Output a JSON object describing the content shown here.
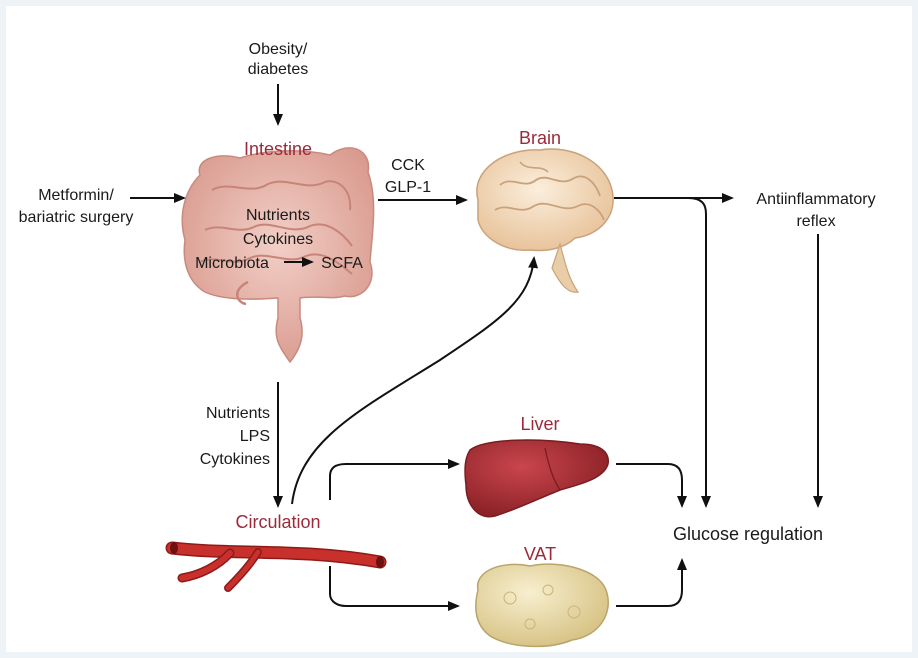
{
  "inputs": {
    "obesity_line1": "Obesity/",
    "obesity_line2": "diabetes",
    "metformin_line1": "Metformin/",
    "metformin_line2": "bariatric surgery"
  },
  "organs": {
    "intestine": "Intestine",
    "brain": "Brain",
    "liver": "Liver",
    "vat": "VAT",
    "circulation": "Circulation"
  },
  "intestine_contents": {
    "nutrients": "Nutrients",
    "cytokines": "Cytokines",
    "microbiota": "Microbiota",
    "scfa": "SCFA"
  },
  "gut_brain_signals": [
    "CCK",
    "GLP-1"
  ],
  "gut_circulation_signals": [
    "Nutrients",
    "LPS",
    "Cytokines"
  ],
  "outputs": {
    "antiinflammatory_line1": "Antiinflammatory",
    "antiinflammatory_line2": "reflex",
    "glucose": "Glucose regulation"
  },
  "colors": {
    "organ_label": "#9b2a3a",
    "intestine": "#e2b0a4",
    "brain": "#f3dcc0",
    "liver": "#a8343b",
    "vat": "#eadca6",
    "vessel": "#c02624"
  }
}
